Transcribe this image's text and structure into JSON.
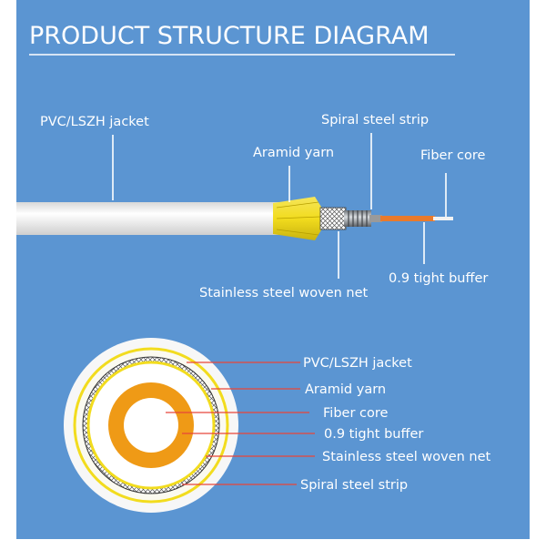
{
  "title": "PRODUCT STRUCTURE DIAGRAM",
  "side_view": {
    "labels": {
      "jacket": "PVC/LSZH jacket",
      "aramid": "Aramid yarn",
      "spiral": "Spiral steel strip",
      "fiber": "Fiber core",
      "buffer": "0.9 tight buffer",
      "net": "Stainless steel woven net"
    }
  },
  "cross_section": {
    "labels": {
      "jacket": "PVC/LSZH jacket",
      "aramid": "Aramid yarn",
      "fiber": "Fiber core",
      "buffer": "0.9 tight buffer",
      "net": "Stainless steel woven net",
      "spiral": "Spiral steel strip"
    }
  },
  "colors": {
    "background": "#5b95d2",
    "frame": "#ffffff",
    "jacket": "#f7f7f7",
    "aramid": "#f2dc1e",
    "buffer": "#ef9a16",
    "fiber": "#e97a2b",
    "steel": "#9aa0a6",
    "leader": "#e8463a"
  }
}
